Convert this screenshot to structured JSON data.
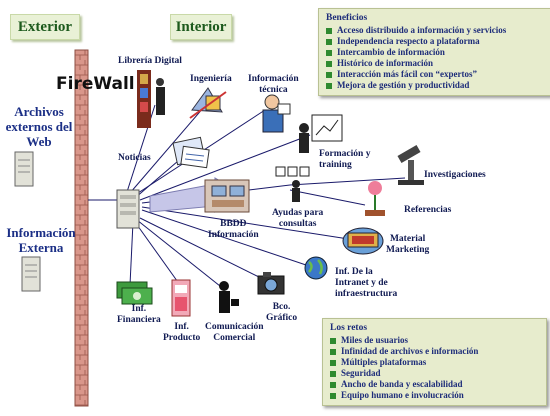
{
  "headers": {
    "exterior": "Exterior",
    "interior": "Interior"
  },
  "firewall": {
    "label": "FireWall"
  },
  "external_nodes": {
    "archivos": "Archivos\nexternos del\nWeb",
    "informacion": "Información\nExterna"
  },
  "nodes": {
    "libreria": "Librería Digital",
    "ingenieria": "Ingeniería",
    "info_tecnica": "Información\ntécnica",
    "noticias": "Noticias",
    "formacion": "Formación y\ntraining",
    "investigaciones": "Investigaciones",
    "referencias": "Referencias",
    "ayudas": "Ayudas para\nconsultas",
    "bbdd": "BBDD\nInformación",
    "material": "Material\nMarketing",
    "intranet": "Inf. De la\nIntranet y de\ninfraestructura",
    "financiera": "Inf.\nFinanciera",
    "producto": "Inf.\nProducto",
    "comunicacion": "Comunicación\nComercial",
    "grafico": "Bco.\nGráfico"
  },
  "beneficios": {
    "title": "Beneficios",
    "items": [
      "Acceso distribuido a información y servicios",
      "Independencia respecto a plataforma",
      "Intercambio de información",
      "Histórico de información",
      "Interacción más fácil con “expertos”",
      "Mejora de gestión y productividad"
    ]
  },
  "retos": {
    "title": "Los retos",
    "items": [
      "Miles de usuarios",
      "Infinidad de archivos e información",
      "Múltiples plataformas",
      "Seguridad",
      "Ancho de banda y escalabilidad",
      "Equipo humano e involucración"
    ]
  },
  "colors": {
    "header_bg": "#e9f1d6",
    "header_text": "#1d5a1d",
    "label_text": "#101a52",
    "box_bg": "#e7eccd",
    "box_text": "#1e2d7a",
    "bullet": "#2f8a2f",
    "firewall": "#c77b6a"
  }
}
